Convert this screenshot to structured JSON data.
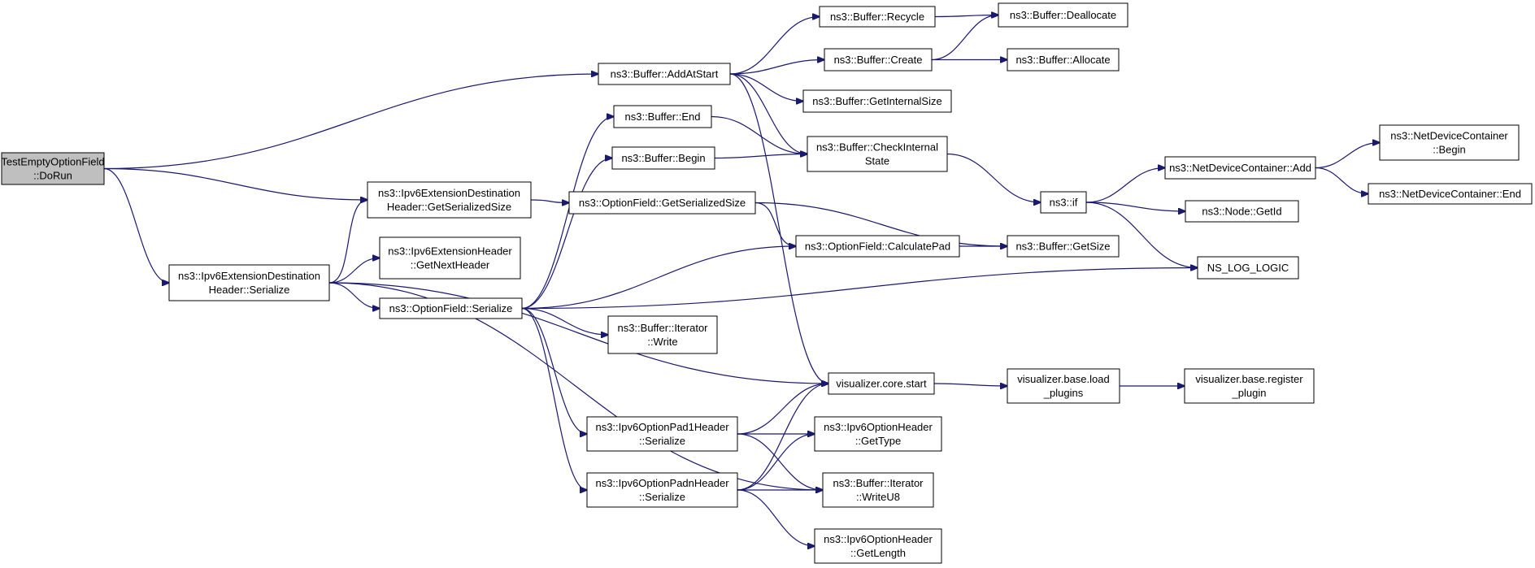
{
  "colors": {
    "edge": "#191970",
    "root_fill": "#bfbfbf",
    "node_fill": "#ffffff",
    "border": "#000000"
  },
  "nodes": [
    {
      "id": "doRun",
      "lines": [
        "TestEmptyOptionField",
        "::DoRun"
      ],
      "root": true
    },
    {
      "id": "destSer",
      "lines": [
        "ns3::Ipv6ExtensionDestination",
        "Header::Serialize"
      ]
    },
    {
      "id": "destSize",
      "lines": [
        "ns3::Ipv6ExtensionDestination",
        "Header::GetSerializedSize"
      ]
    },
    {
      "id": "nextHdr",
      "lines": [
        "ns3::Ipv6ExtensionHeader",
        "::GetNextHeader"
      ]
    },
    {
      "id": "optSer",
      "lines": [
        "ns3::OptionField::Serialize"
      ]
    },
    {
      "id": "addAtStart",
      "lines": [
        "ns3::Buffer::AddAtStart"
      ]
    },
    {
      "id": "end",
      "lines": [
        "ns3::Buffer::End"
      ]
    },
    {
      "id": "begin",
      "lines": [
        "ns3::Buffer::Begin"
      ]
    },
    {
      "id": "optSize",
      "lines": [
        "ns3::OptionField::GetSerializedSize"
      ]
    },
    {
      "id": "iterWrite",
      "lines": [
        "ns3::Buffer::Iterator",
        "::Write"
      ]
    },
    {
      "id": "pad1",
      "lines": [
        "ns3::Ipv6OptionPad1Header",
        "::Serialize"
      ]
    },
    {
      "id": "padn",
      "lines": [
        "ns3::Ipv6OptionPadnHeader",
        "::Serialize"
      ]
    },
    {
      "id": "recycle",
      "lines": [
        "ns3::Buffer::Recycle"
      ]
    },
    {
      "id": "create",
      "lines": [
        "ns3::Buffer::Create"
      ]
    },
    {
      "id": "internalSize",
      "lines": [
        "ns3::Buffer::GetInternalSize"
      ]
    },
    {
      "id": "checkState",
      "lines": [
        "ns3::Buffer::CheckInternal",
        "State"
      ]
    },
    {
      "id": "calcPad",
      "lines": [
        "ns3::OptionField::CalculatePad"
      ]
    },
    {
      "id": "vizStart",
      "lines": [
        "visualizer.core.start"
      ]
    },
    {
      "id": "getType",
      "lines": [
        "ns3::Ipv6OptionHeader",
        "::GetType"
      ]
    },
    {
      "id": "writeU8",
      "lines": [
        "ns3::Buffer::Iterator",
        "::WriteU8"
      ]
    },
    {
      "id": "getLength",
      "lines": [
        "ns3::Ipv6OptionHeader",
        "::GetLength"
      ]
    },
    {
      "id": "dealloc",
      "lines": [
        "ns3::Buffer::Deallocate"
      ]
    },
    {
      "id": "alloc",
      "lines": [
        "ns3::Buffer::Allocate"
      ]
    },
    {
      "id": "getSize",
      "lines": [
        "ns3::Buffer::GetSize"
      ]
    },
    {
      "id": "loadPlugins",
      "lines": [
        "visualizer.base.load",
        "_plugins"
      ]
    },
    {
      "id": "nsIf",
      "lines": [
        "ns3::if"
      ]
    },
    {
      "id": "ndcAdd",
      "lines": [
        "ns3::NetDeviceContainer::Add"
      ]
    },
    {
      "id": "nodeGetId",
      "lines": [
        "ns3::Node::GetId"
      ]
    },
    {
      "id": "logLogic",
      "lines": [
        "NS_LOG_LOGIC"
      ]
    },
    {
      "id": "regPlugin",
      "lines": [
        "visualizer.base.register",
        "_plugin"
      ]
    },
    {
      "id": "ndcBegin",
      "lines": [
        "ns3::NetDeviceContainer",
        "::Begin"
      ]
    },
    {
      "id": "ndcEnd",
      "lines": [
        "ns3::NetDeviceContainer::End"
      ]
    }
  ],
  "edges": [
    [
      "doRun",
      "addAtStart"
    ],
    [
      "doRun",
      "destSize"
    ],
    [
      "doRun",
      "destSer"
    ],
    [
      "destSer",
      "destSize"
    ],
    [
      "destSer",
      "nextHdr"
    ],
    [
      "destSer",
      "optSer"
    ],
    [
      "destSer",
      "vizStart"
    ],
    [
      "destSer",
      "writeU8"
    ],
    [
      "destSize",
      "optSize"
    ],
    [
      "optSer",
      "end"
    ],
    [
      "optSer",
      "begin"
    ],
    [
      "optSer",
      "calcPad"
    ],
    [
      "optSer",
      "logLogic"
    ],
    [
      "optSer",
      "iterWrite"
    ],
    [
      "optSer",
      "pad1"
    ],
    [
      "optSer",
      "padn"
    ],
    [
      "addAtStart",
      "recycle"
    ],
    [
      "addAtStart",
      "create"
    ],
    [
      "addAtStart",
      "internalSize"
    ],
    [
      "addAtStart",
      "checkState"
    ],
    [
      "addAtStart",
      "vizStart"
    ],
    [
      "end",
      "checkState"
    ],
    [
      "begin",
      "checkState"
    ],
    [
      "optSize",
      "calcPad"
    ],
    [
      "optSize",
      "getSize"
    ],
    [
      "pad1",
      "vizStart"
    ],
    [
      "pad1",
      "getType"
    ],
    [
      "pad1",
      "writeU8"
    ],
    [
      "padn",
      "vizStart"
    ],
    [
      "padn",
      "getType"
    ],
    [
      "padn",
      "writeU8"
    ],
    [
      "padn",
      "getLength"
    ],
    [
      "recycle",
      "dealloc"
    ],
    [
      "create",
      "dealloc"
    ],
    [
      "create",
      "alloc"
    ],
    [
      "checkState",
      "nsIf"
    ],
    [
      "calcPad",
      "getSize"
    ],
    [
      "vizStart",
      "loadPlugins"
    ],
    [
      "loadPlugins",
      "regPlugin"
    ],
    [
      "nsIf",
      "ndcAdd"
    ],
    [
      "nsIf",
      "nodeGetId"
    ],
    [
      "nsIf",
      "logLogic"
    ],
    [
      "ndcAdd",
      "ndcBegin"
    ],
    [
      "ndcAdd",
      "ndcEnd"
    ]
  ]
}
